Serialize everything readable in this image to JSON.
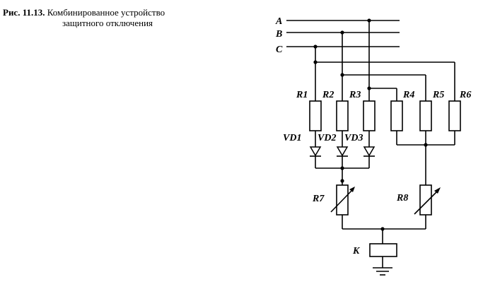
{
  "caption": {
    "figure_number": "Рис. 11.13.",
    "title_line1": "Комбинированное устройство",
    "title_line2": "защитного отключения"
  },
  "buses": {
    "a": "A",
    "b": "B",
    "c": "C"
  },
  "resistors": {
    "r1": "R1",
    "r2": "R2",
    "r3": "R3",
    "r4": "R4",
    "r5": "R5",
    "r6": "R6",
    "r7": "R7",
    "r8": "R8"
  },
  "diodes": {
    "vd1": "VD1",
    "vd2": "VD2",
    "vd3": "VD3"
  },
  "relay": {
    "k": "K"
  },
  "icons": [
    "ground-icon",
    "variable-resistor-icon",
    "diode-icon",
    "relay-coil-icon"
  ]
}
